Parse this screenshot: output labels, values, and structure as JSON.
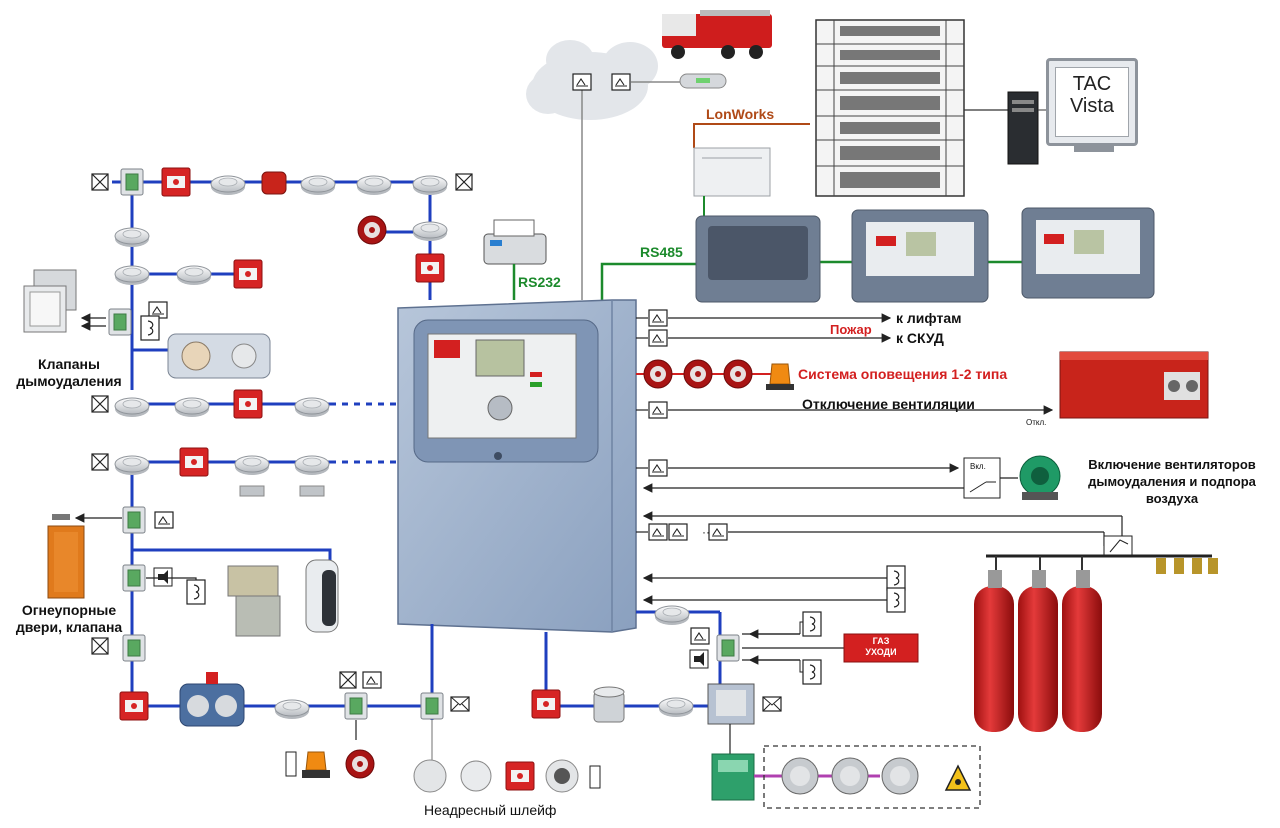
{
  "labels": {
    "lonworks": "LonWorks",
    "rs485": "RS485",
    "rs232": "RS232",
    "klapany": "Клапаны\nдымоудаления",
    "pozhar": "Пожар",
    "k_liftam": "к лифтам",
    "k_skud": "к СКУД",
    "opoveshchenie": "Система оповещения 1-2 типа",
    "otkl_vent": "Отключение вентиляции",
    "otkl": "Откл.",
    "vkl": "Вкл.",
    "vkl_ventilyatorov": "Включение вентиляторов\nдымоудаления и подпора\nвоздуха",
    "dveri": "Огнеупорные\nдвери, клапана",
    "gaz1": "ГАЗ",
    "gaz2": "УХОДИ",
    "neadresny": "Неадресный шлейф",
    "tac_line1": "TAC",
    "tac_line2": "Vista"
  },
  "colors": {
    "loop": "#1f3fbf",
    "rs_bus": "#1c8a2c",
    "lon_bus": "#b04a17",
    "relay_line": "#222222",
    "panel": "#9aaec9",
    "alarm_red": "#d32020",
    "gas_cylinder": "#d01c1c",
    "purple_link": "#b040b0"
  },
  "icons": [
    "fire-truck-icon",
    "cloud-icon",
    "server-rack-icon",
    "computer-icon",
    "control-panel-icon",
    "remote-panel-icon",
    "printer-icon",
    "smoke-detector-icon",
    "manual-call-point-icon",
    "address-module-icon",
    "relay-module-icon",
    "siren-icon",
    "beacon-icon",
    "damper-icon",
    "door-icon",
    "fan-icon",
    "ventilation-unit-icon",
    "gas-cylinder-icon",
    "explosion-warning-icon",
    "end-of-line-icon"
  ]
}
